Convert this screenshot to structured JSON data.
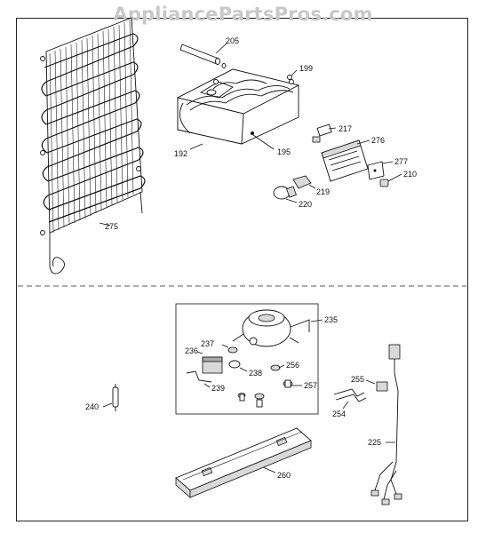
{
  "watermark": "AppliancePartsPros.com",
  "part_numbers": {
    "p205": "205",
    "p199": "199",
    "p192": "192",
    "p195": "195",
    "p217": "217",
    "p276": "276",
    "p277": "277",
    "p210": "210",
    "p219": "219",
    "p220": "220",
    "p275": "275",
    "p235": "235",
    "p237": "237",
    "p236": "236",
    "p238": "238",
    "p256": "256",
    "p239": "239",
    "p257": "257",
    "p255": "255",
    "p254": "254",
    "p240": "240",
    "p225": "225",
    "p260": "260"
  }
}
